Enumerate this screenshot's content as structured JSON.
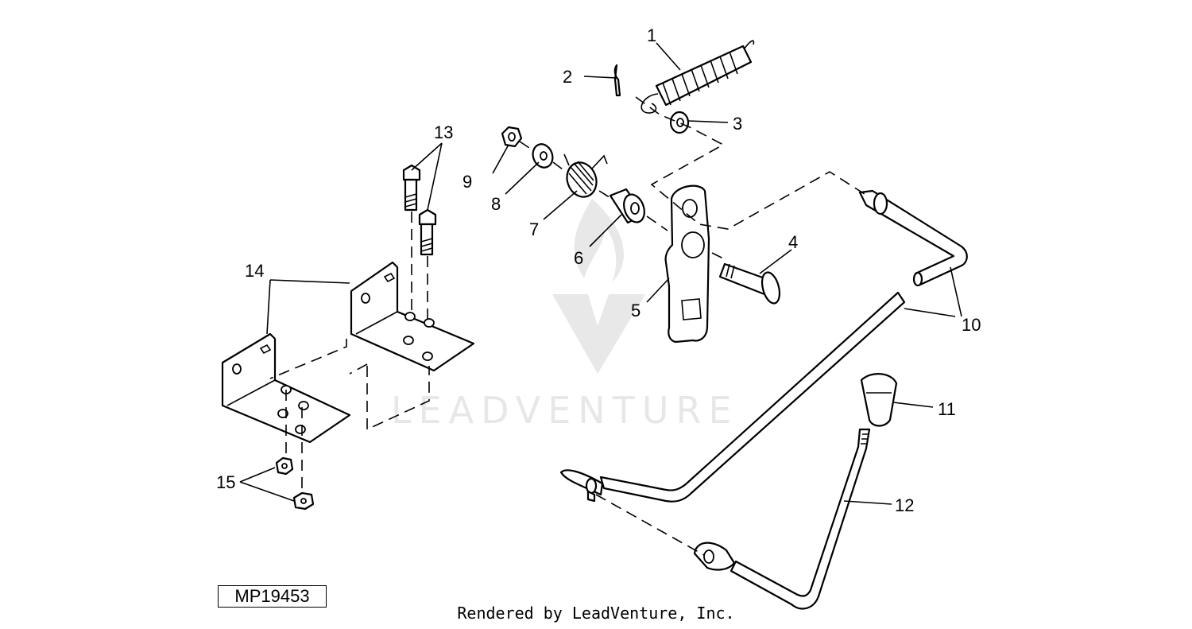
{
  "diagram": {
    "figure_id": "MP19453",
    "credit": "Rendered by LeadVenture, Inc.",
    "watermark_text": "LEADVENTURE",
    "callouts": [
      "1",
      "2",
      "3",
      "4",
      "5",
      "6",
      "7",
      "8",
      "9",
      "10",
      "11",
      "12",
      "13",
      "14",
      "15"
    ]
  }
}
